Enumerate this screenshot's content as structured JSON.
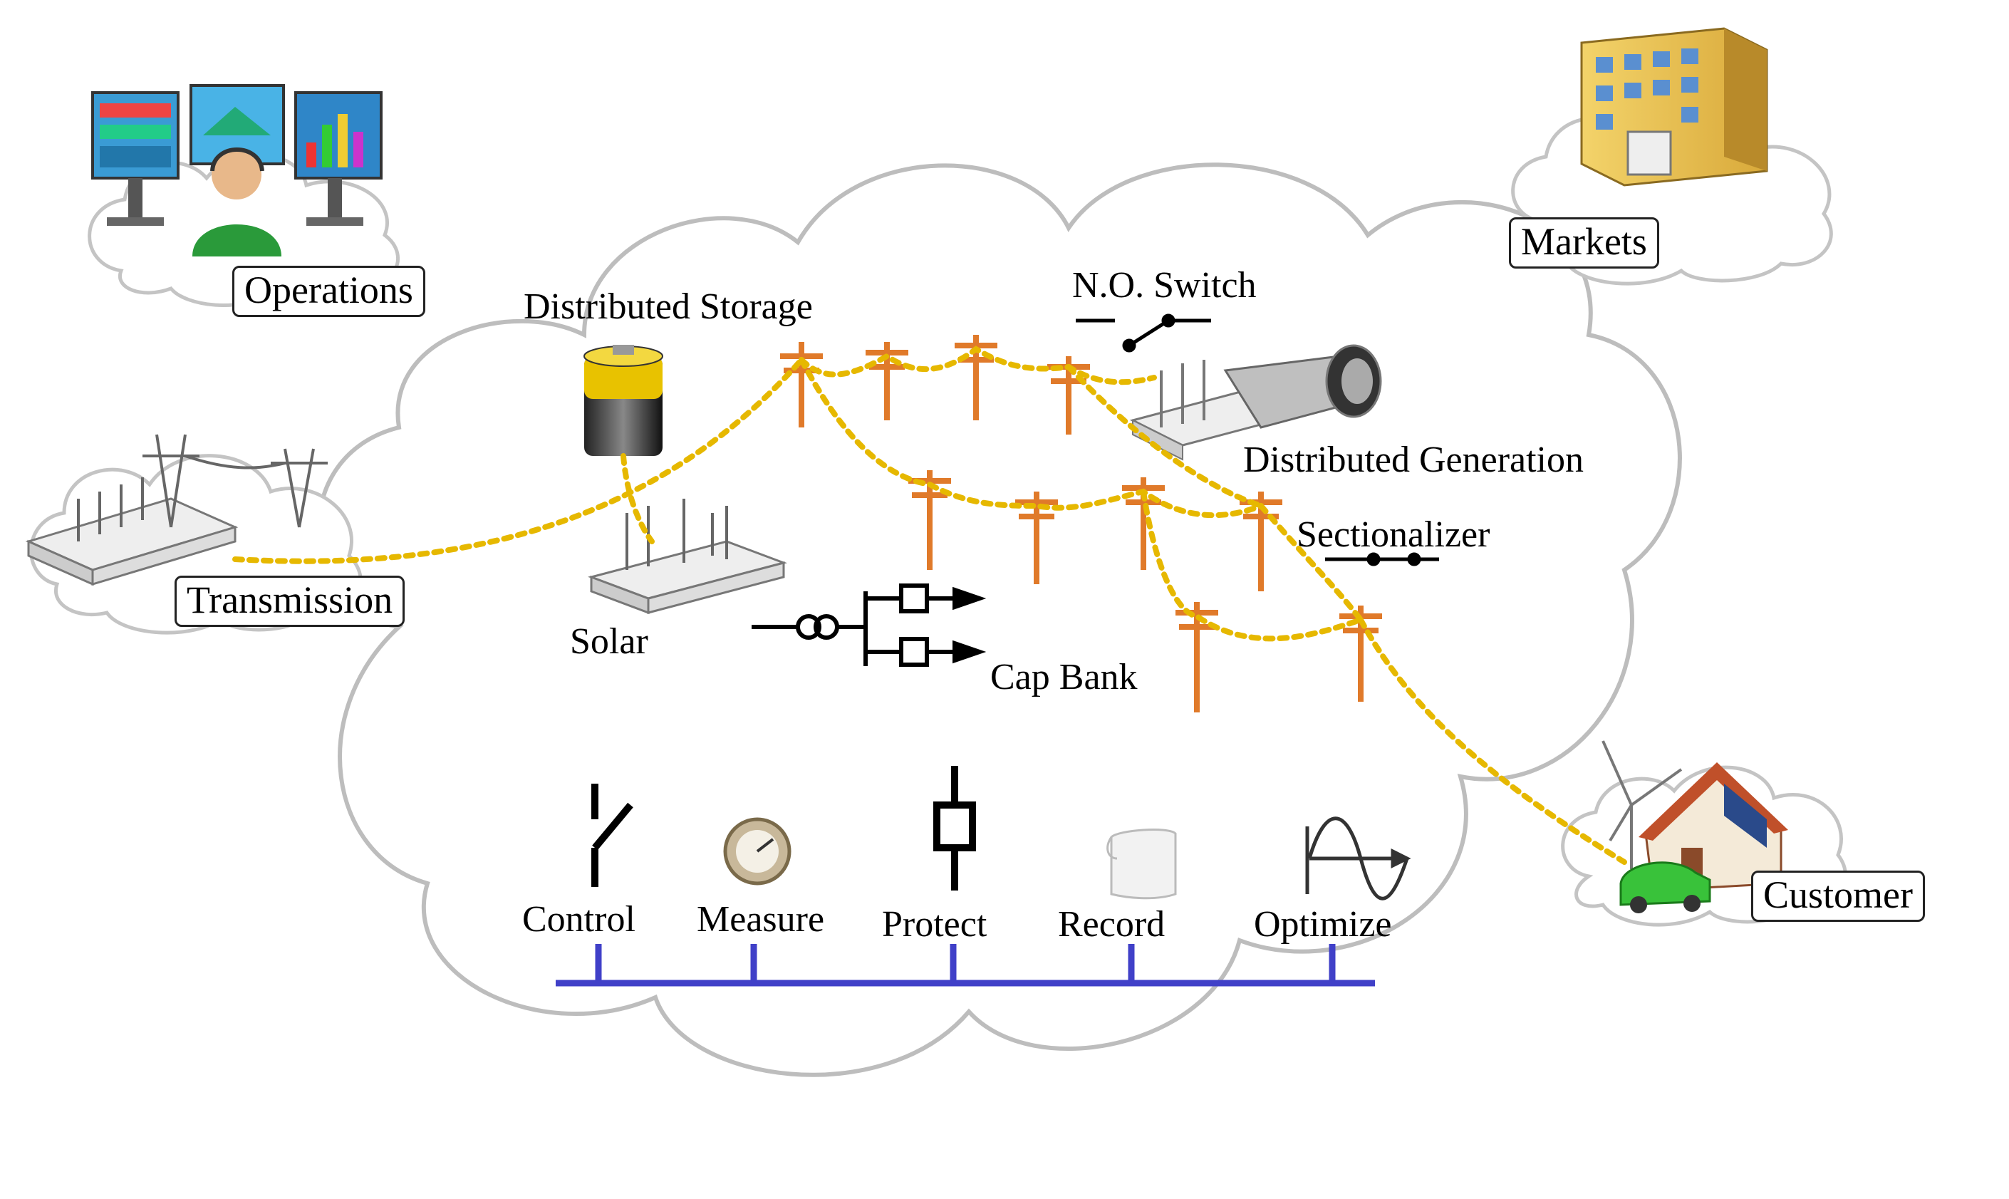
{
  "nodes": {
    "operations": "Operations",
    "markets": "Markets",
    "transmission": "Transmission",
    "customer": "Customer"
  },
  "components": {
    "distributed_storage": "Distributed Storage",
    "no_switch": "N.O. Switch",
    "distributed_generation": "Distributed Generation",
    "sectionalizer": "Sectionalizer",
    "solar": "Solar",
    "cap_bank": "Cap Bank"
  },
  "functions": [
    {
      "label": "Control",
      "icon": "switch-symbol-icon"
    },
    {
      "label": "Measure",
      "icon": "gauge-icon"
    },
    {
      "label": "Protect",
      "icon": "relay-symbol-icon"
    },
    {
      "label": "Record",
      "icon": "paper-scroll-icon"
    },
    {
      "label": "Optimize",
      "icon": "waveform-icon"
    }
  ],
  "colors": {
    "power_line": "#e6b800",
    "bus": "#4040c8",
    "cloud_outline": "#bdbdbd",
    "pole": "#e07a2a"
  }
}
